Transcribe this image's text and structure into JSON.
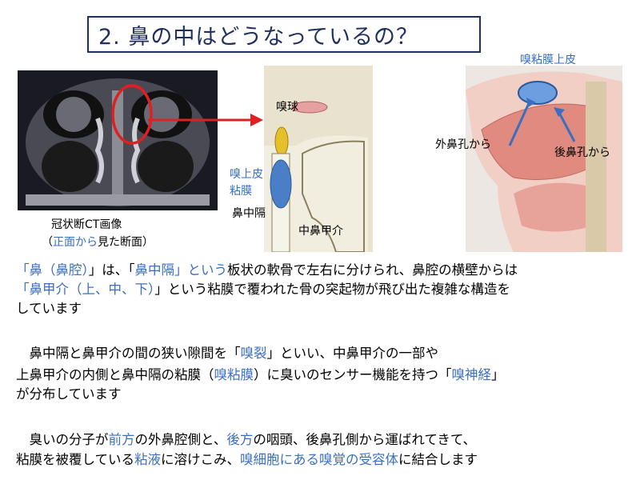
{
  "title": "2. 鼻の中はどうなっているの？",
  "ct_caption": {
    "line1": "冠状断CT画像",
    "line2_open": "（",
    "line2_front": "正面から",
    "line2_rest": "見た断面）"
  },
  "diagram_labels": {
    "olfactory_bulb": "嗅球",
    "olfactory_epithelium_l1": "嗅上皮",
    "olfactory_epithelium_l2": "粘膜",
    "septum": "鼻中隔",
    "middle_turbinate": "中鼻甲介"
  },
  "sagittal_labels": {
    "epithelium": "嗅粘膜上皮",
    "anterior_nares": "外鼻孔から",
    "posterior_nares": "後鼻孔から"
  },
  "paragraph1": {
    "line1": [
      {
        "t": "「鼻（鼻腔）",
        "c": "b"
      },
      {
        "t": "」は、「",
        "c": "k"
      },
      {
        "t": "鼻中隔",
        "c": "b"
      },
      {
        "t": "」という",
        "c": "b"
      },
      {
        "t": "板状の軟骨で左右に分けられ、鼻腔の横壁からは",
        "c": "k"
      }
    ],
    "line2": [
      {
        "t": "「",
        "c": "b"
      },
      {
        "t": "鼻甲介（上、中、下）",
        "c": "b"
      },
      {
        "t": "」という粘膜で覆われた骨の突起物が飛び出た複雑な構造を",
        "c": "k"
      }
    ],
    "line3": [
      {
        "t": "しています",
        "c": "k"
      }
    ]
  },
  "paragraph2": {
    "line1": [
      {
        "t": "　鼻中隔と鼻甲介の間の狭い隙間を「",
        "c": "k"
      },
      {
        "t": "嗅裂",
        "c": "b"
      },
      {
        "t": "」といい、中鼻甲介の一部や",
        "c": "k"
      }
    ],
    "line2": [
      {
        "t": "上鼻甲介の内側と鼻中隔の粘膜（",
        "c": "k"
      },
      {
        "t": "嗅粘膜",
        "c": "b"
      },
      {
        "t": "）に臭いのセンサー機能を持つ「",
        "c": "k"
      },
      {
        "t": "嗅神経",
        "c": "b"
      },
      {
        "t": "」",
        "c": "k"
      }
    ],
    "line3": [
      {
        "t": "が分布しています",
        "c": "k"
      }
    ]
  },
  "paragraph3": {
    "line1": [
      {
        "t": "　臭いの分子が",
        "c": "k"
      },
      {
        "t": "前方",
        "c": "b"
      },
      {
        "t": "の外鼻腔側と、",
        "c": "k"
      },
      {
        "t": "後方",
        "c": "b"
      },
      {
        "t": "の咽頭、後鼻孔側から運ばれてきて、",
        "c": "k"
      }
    ],
    "line2": [
      {
        "t": "粘膜を被覆している",
        "c": "k"
      },
      {
        "t": "粘液",
        "c": "b"
      },
      {
        "t": "に溶けこみ、",
        "c": "k"
      },
      {
        "t": "嗅細胞にある嗅覚の受容体",
        "c": "b"
      },
      {
        "t": "に結合します",
        "c": "k"
      }
    ]
  },
  "colors": {
    "accent": "#3a6fbf",
    "title": "#1f2f5f",
    "arrow": "#e02020",
    "highlight_circle": "#e02020"
  }
}
